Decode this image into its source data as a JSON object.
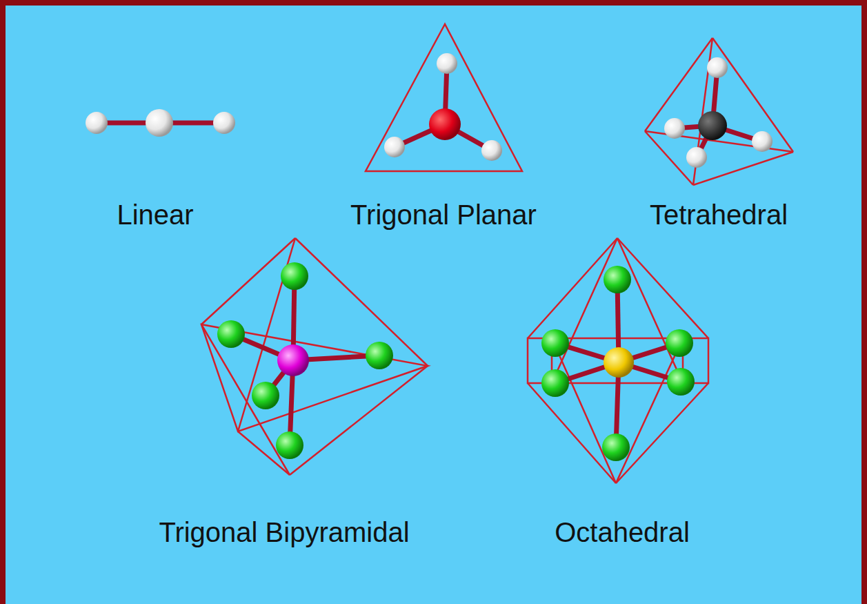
{
  "diagram": {
    "labels": [
      "Linear",
      "Trigonal Planar",
      "Tetrahedral",
      "Trigonal Bipyramidal",
      "Octahedral"
    ]
  }
}
